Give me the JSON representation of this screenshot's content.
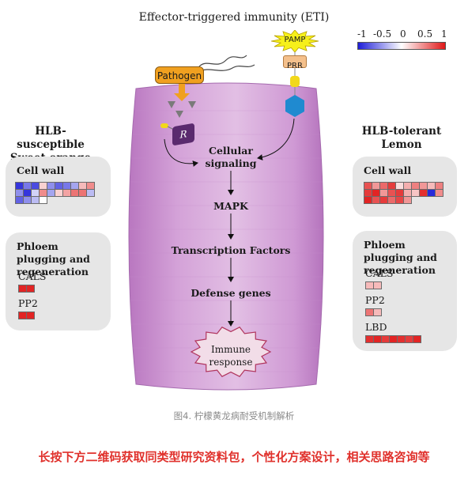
{
  "title": "Effector-triggered immunity (ETI)",
  "legend": {
    "ticks": [
      "-1",
      "-0.5",
      "0",
      "0.5",
      "1"
    ],
    "low_color": "#1e1ed8",
    "mid_color": "#ffffff",
    "high_color": "#e01818"
  },
  "pathogen": {
    "label": "Pathogen",
    "color": "#f0a020"
  },
  "pamp": {
    "label": "PAMP",
    "color": "#f6f01a"
  },
  "prr": {
    "label": "PRR",
    "color": "#f4c08c"
  },
  "r_protein": {
    "label": "R",
    "color": "#5a2a6e"
  },
  "cell_color": "#d9a6dc",
  "pathway": {
    "steps": [
      "Cellular signaling",
      "MAPK",
      "Transcription Factors",
      "Defense genes",
      "Immune response"
    ]
  },
  "left": {
    "header": "HLB-susceptible Sweet orange",
    "cell_wall": {
      "title": "Cell wall",
      "grid": [
        [
          -0.9,
          -0.6,
          -0.8,
          0.2,
          -0.5,
          -0.7,
          -0.6,
          -0.4,
          0.3,
          0.5
        ],
        [
          -0.5,
          -0.9,
          -0.2,
          0.5,
          -0.4,
          0.2,
          0.4,
          0.6,
          0.6,
          -0.3
        ],
        [
          -0.7,
          -0.5,
          -0.3,
          0.0,
          null,
          null,
          null,
          null,
          null,
          null
        ]
      ]
    },
    "phloem": {
      "title": "Phloem plugging and regeneration",
      "genes": [
        {
          "name": "CALS",
          "values": [
            0.95,
            0.95
          ]
        },
        {
          "name": "PP2",
          "values": [
            0.95,
            0.95
          ]
        }
      ]
    }
  },
  "right": {
    "header": "HLB-tolerant Lemon",
    "cell_wall": {
      "title": "Cell wall",
      "grid": [
        [
          0.75,
          0.45,
          0.65,
          0.85,
          0.15,
          0.35,
          0.55,
          0.45,
          0.3,
          0.55
        ],
        [
          0.85,
          0.95,
          0.45,
          0.75,
          0.85,
          0.35,
          0.25,
          0.9,
          -0.95,
          0.5
        ],
        [
          0.95,
          0.75,
          0.85,
          0.65,
          0.8,
          0.45,
          null,
          null,
          null,
          null
        ]
      ]
    },
    "phloem": {
      "title": "Phloem plugging and regeneration",
      "genes": [
        {
          "name": "CALS",
          "values": [
            0.3,
            0.3
          ]
        },
        {
          "name": "PP2",
          "values": [
            0.6,
            0.3
          ]
        },
        {
          "name": "LBD",
          "values": [
            0.9,
            0.95,
            0.85,
            0.95,
            0.9,
            0.85,
            0.95
          ]
        }
      ]
    }
  },
  "caption": "图4.  柠檬黄龙病耐受机制解析",
  "promo": "长按下方二维码获取同类型研究资料包，个性化方案设计，相关思路咨询等"
}
